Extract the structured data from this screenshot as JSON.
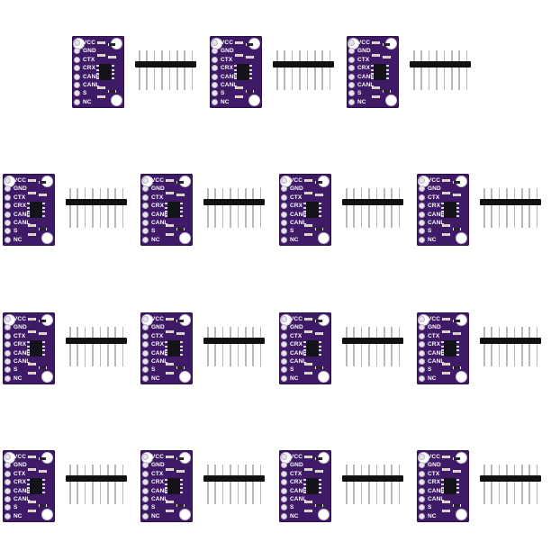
{
  "product": {
    "pin_labels": [
      "VCC",
      "GND",
      "CTX",
      "CRX",
      "CANH",
      "CANL",
      "S",
      "NC"
    ],
    "board_count": 15,
    "header_pin_count": 8,
    "colors": {
      "board": "#3f1a66",
      "pin_header": "#111111",
      "pin_metal": "#b8b8b8",
      "chip": "#15131a",
      "background": "#ffffff"
    }
  }
}
